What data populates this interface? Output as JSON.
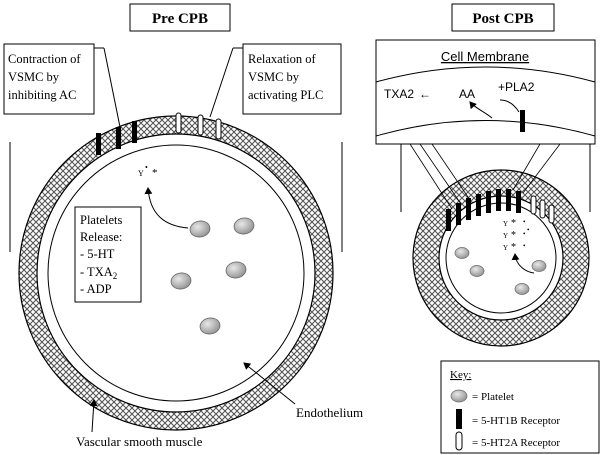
{
  "pre_panel": {
    "title": "Pre CPB",
    "contraction_lines": [
      "Contraction of",
      "VSMC by",
      "inhibiting AC"
    ],
    "relaxation_lines": [
      "Relaxation of",
      "VSMC by",
      "activating PLC"
    ],
    "platelets_lines": [
      "Platelets",
      "Release:",
      "- 5-HT",
      "- TXA",
      "- ADP"
    ],
    "txa_subscript": "2",
    "endothelium_label": "Endothelium",
    "vsm_label": "Vascular smooth muscle",
    "release_marks": [
      "Y",
      "•",
      "*"
    ]
  },
  "post_panel": {
    "title": "Post CPB",
    "membrane_title": "Cell Membrane",
    "txa2": "TXA2",
    "aa": "AA",
    "pla2": "+PLA2",
    "arrow_glyph": "←",
    "marks": [
      "Y",
      "*",
      "•"
    ]
  },
  "key": {
    "title": "Key:",
    "items": [
      {
        "symbol": "platelet",
        "label": "= Platelet"
      },
      {
        "symbol": "ht1b",
        "label": "= 5-HT1B Receptor"
      },
      {
        "symbol": "ht2a",
        "label": "= 5-HT2A Receptor"
      }
    ]
  }
}
